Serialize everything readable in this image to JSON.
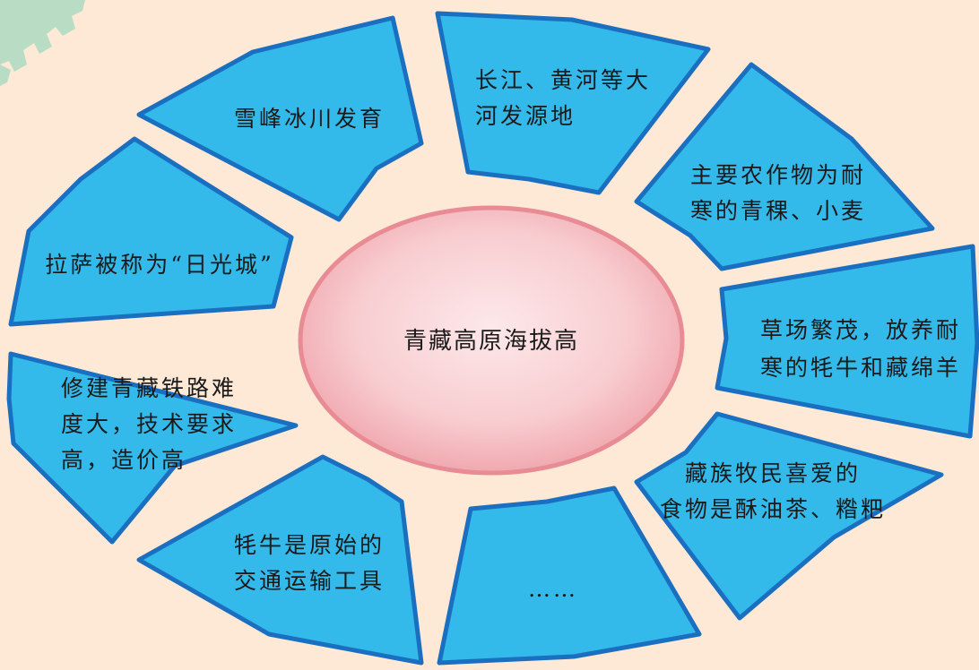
{
  "center": {
    "label": "青藏高原海拔高"
  },
  "segments": [
    {
      "lines": [
        "长江、黄河等大",
        "河发源地"
      ]
    },
    {
      "lines": [
        "主要农作物为耐",
        "寒的青稞、小麦"
      ]
    },
    {
      "lines": [
        "草场繁茂，放养耐",
        "寒的牦牛和藏绵羊"
      ]
    },
    {
      "lines": [
        "藏族牧民喜爱的",
        "食物是酥油茶、糌粑"
      ]
    },
    {
      "lines": [
        "……"
      ]
    },
    {
      "lines": [
        "牦牛是原始的",
        "交通运输工具"
      ]
    },
    {
      "lines": [
        "修建青藏铁路难",
        "度大，技术要求",
        "高，造价高"
      ]
    },
    {
      "lines": [
        "拉萨被称为“日光城”"
      ]
    },
    {
      "lines": [
        "雪峰冰川发育"
      ]
    }
  ],
  "colors": {
    "background": "#fde9d6",
    "segment_fill": "#33b9ea",
    "segment_stroke": "#1a6fc0",
    "center_fill": "#f7c9c9",
    "center_stroke": "#e88b95",
    "decor_gear": "#b8dcc4"
  },
  "decor": {
    "corner_icon": "gear-icon"
  }
}
